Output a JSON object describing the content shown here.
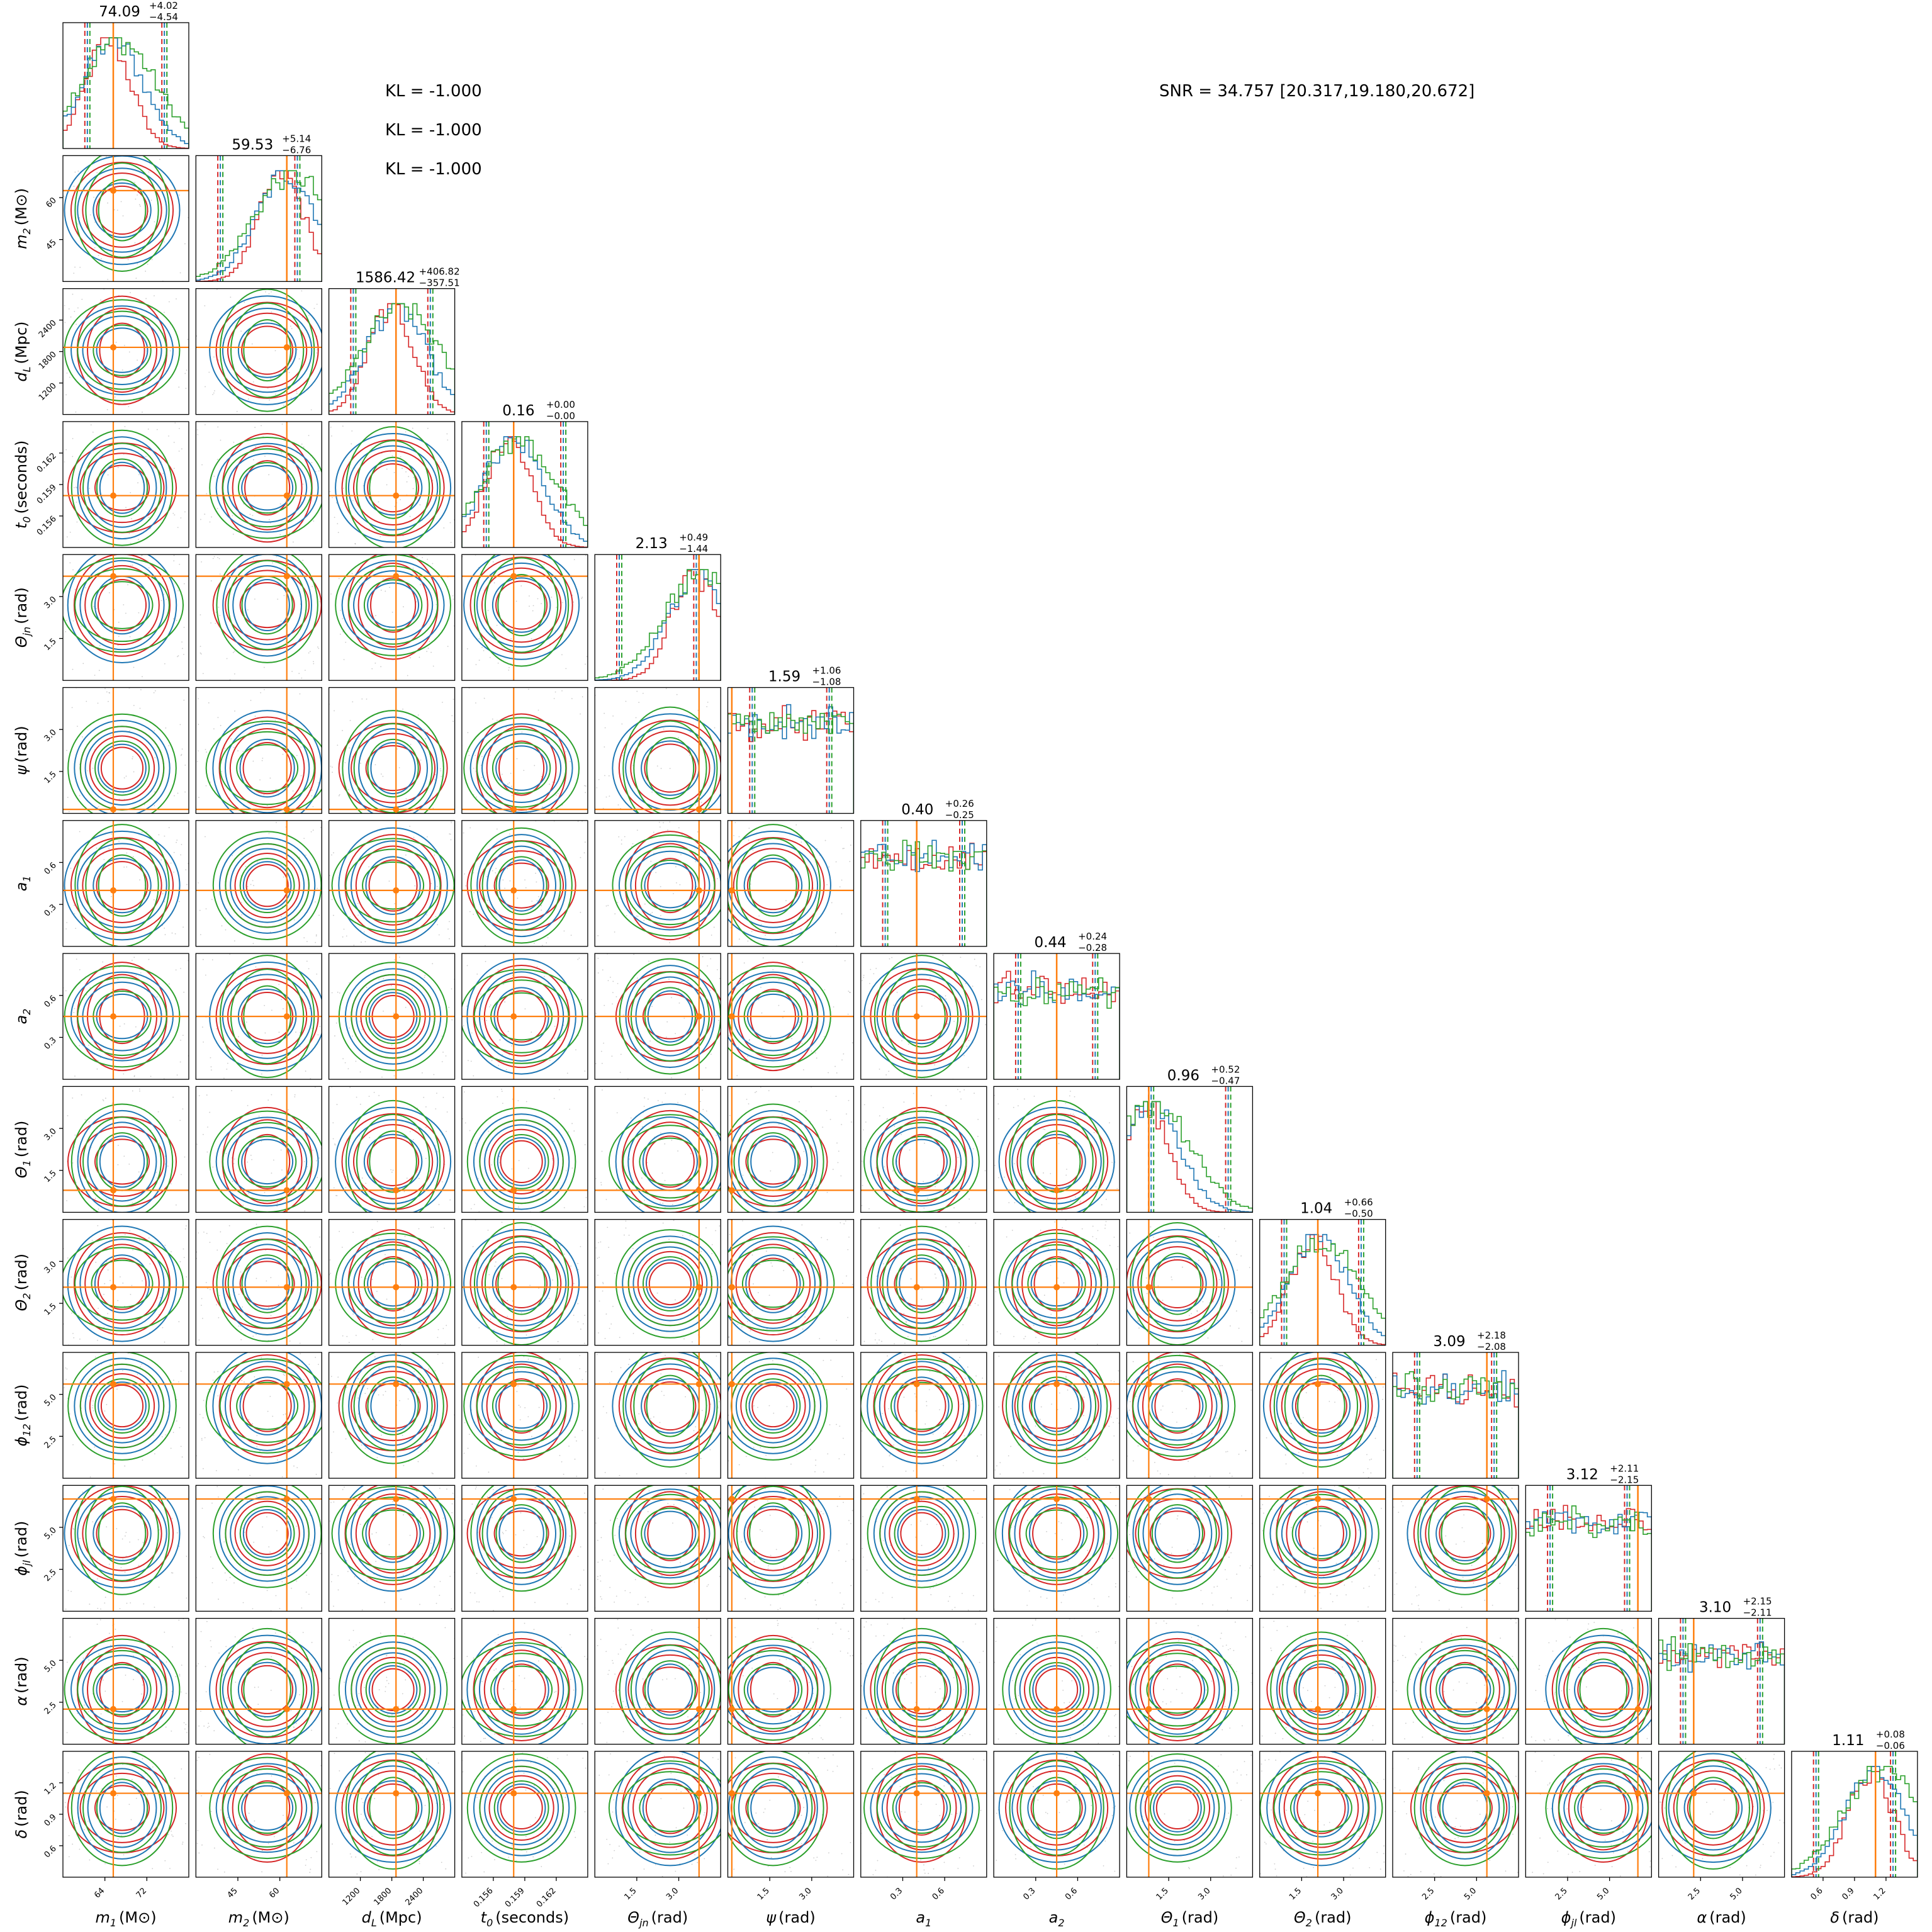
{
  "chart_data": {
    "type": "corner",
    "parameters": [
      {
        "key": "m1",
        "sym": "m",
        "sub": "1",
        "unit": "(M⊙)",
        "title_val": "74.09",
        "plus": "+4.02",
        "minus": "−4.54",
        "range": [
          60,
          80
        ],
        "ticks": [
          "64",
          "72"
        ],
        "truth": 68
      },
      {
        "key": "m2",
        "sym": "m",
        "sub": "2",
        "unit": "(M⊙)",
        "title_val": "59.53",
        "plus": "+5.14",
        "minus": "−6.76",
        "range": [
          36,
          72
        ],
        "ticks": [
          "45",
          "60"
        ],
        "truth": 62
      },
      {
        "key": "dL",
        "sym": "d",
        "sub": "L",
        "unit": "(Mpc)",
        "title_val": "1586.42",
        "plus": "+406.82",
        "minus": "−357.51",
        "range": [
          1050,
          2550
        ],
        "ticks": [
          "1200",
          "1800",
          "2400"
        ],
        "truth": 1850
      },
      {
        "key": "t0",
        "sym": "t",
        "sub": "0",
        "unit": "(seconds)",
        "title_val": "0.16",
        "plus": "+0.00",
        "minus": "−0.00",
        "range": [
          0.1553,
          0.1638
        ],
        "ticks": [
          "0.156",
          "0.159",
          "0.162"
        ],
        "truth": 0.1588
      },
      {
        "key": "thjn",
        "sym": "Θ",
        "sub": "jn",
        "unit": "(rad)",
        "title_val": "2.13",
        "plus": "+0.49",
        "minus": "−1.44",
        "range": [
          0,
          3.14
        ],
        "ticks": [
          "1.5",
          "3.0"
        ],
        "truth": 2.6
      },
      {
        "key": "psi",
        "sym": "ψ",
        "sub": "",
        "unit": "(rad)",
        "title_val": "1.59",
        "plus": "+1.06",
        "minus": "−1.08",
        "range": [
          0,
          3.14
        ],
        "ticks": [
          "1.5",
          "3.0"
        ],
        "truth": 0.1
      },
      {
        "key": "a1",
        "sym": "a",
        "sub": "1",
        "unit": "",
        "title_val": "0.40",
        "plus": "+0.26",
        "minus": "−0.25",
        "range": [
          0,
          0.9
        ],
        "ticks": [
          "0.3",
          "0.6"
        ],
        "truth": 0.4
      },
      {
        "key": "a2",
        "sym": "a",
        "sub": "2",
        "unit": "",
        "title_val": "0.44",
        "plus": "+0.24",
        "minus": "−0.28",
        "range": [
          0,
          0.9
        ],
        "ticks": [
          "0.3",
          "0.6"
        ],
        "truth": 0.45
      },
      {
        "key": "th1",
        "sym": "Θ",
        "sub": "1",
        "unit": "(rad)",
        "title_val": "0.96",
        "plus": "+0.52",
        "minus": "−0.47",
        "range": [
          0,
          3.14
        ],
        "ticks": [
          "1.5",
          "3.0"
        ],
        "truth": 0.55
      },
      {
        "key": "th2",
        "sym": "Θ",
        "sub": "2",
        "unit": "(rad)",
        "title_val": "1.04",
        "plus": "+0.66",
        "minus": "−0.50",
        "range": [
          0,
          3.14
        ],
        "ticks": [
          "1.5",
          "3.0"
        ],
        "truth": 1.45
      },
      {
        "key": "phi12",
        "sym": "ϕ",
        "sub": "12",
        "unit": "(rad)",
        "title_val": "3.09",
        "plus": "+2.18",
        "minus": "−2.08",
        "range": [
          0,
          6.28
        ],
        "ticks": [
          "2.5",
          "5.0"
        ],
        "truth": 4.7
      },
      {
        "key": "phijl",
        "sym": "ϕ",
        "sub": "jl",
        "unit": "(rad)",
        "title_val": "3.12",
        "plus": "+2.11",
        "minus": "−2.15",
        "range": [
          0,
          6.28
        ],
        "ticks": [
          "2.5",
          "5.0"
        ],
        "truth": 5.6
      },
      {
        "key": "alpha",
        "sym": "α",
        "sub": "",
        "unit": "(rad)",
        "title_val": "3.10",
        "plus": "+2.15",
        "minus": "−2.11",
        "range": [
          0,
          6.28
        ],
        "ticks": [
          "2.5",
          "5.0"
        ],
        "truth": 1.75
      },
      {
        "key": "delta",
        "sym": "δ",
        "sub": "",
        "unit": "(rad)",
        "title_val": "1.11",
        "plus": "+0.08",
        "minus": "−0.06",
        "range": [
          0.45,
          1.35
        ],
        "ticks": [
          "0.6",
          "0.9",
          "1.2"
        ],
        "truth": 1.05
      }
    ],
    "series_colors": [
      "#d62728",
      "#1f77b4",
      "#2ca02c"
    ],
    "truth_color": "#ff7f0e",
    "ylabel_hidden_for_first_row": true
  },
  "annotations": {
    "kl": [
      "KL = -1.000",
      "KL = -1.000",
      "KL = -1.000"
    ],
    "snr": "SNR = 34.757 [20.317,19.180,20.672]"
  }
}
